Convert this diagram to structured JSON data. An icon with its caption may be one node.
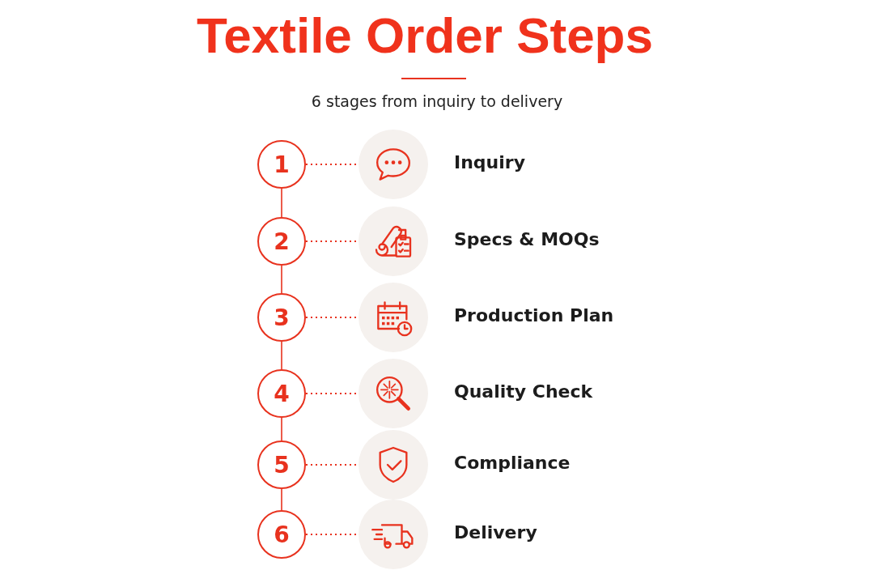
{
  "diagram": {
    "title": "Textile Order Steps",
    "nodes": [
      {
        "text": [
          "1"
        ]
      },
      {
        "text": [],
        "shape": "circle",
        "beside": [
          "Inquiry"
        ]
      },
      {
        "text": [
          "2"
        ]
      },
      {
        "text": [],
        "shape": "circle",
        "beside": [
          "Specs & MOQs"
        ]
      },
      {
        "text": [
          "3"
        ]
      },
      {
        "text": [],
        "shape": "circle",
        "beside": [
          "Production Plan"
        ]
      },
      {
        "text": [
          "4"
        ]
      },
      {
        "text": [],
        "shape": "circle",
        "beside": [
          "Quality Check"
        ]
      },
      {
        "text": [
          "5"
        ]
      },
      {
        "text": [],
        "shape": "circle",
        "beside": [
          "Compliance"
        ]
      },
      {
        "text": [
          "6"
        ]
      },
      {
        "text": [],
        "shape": "circle",
        "beside": [
          "Delivery"
        ]
      }
    ],
    "edges": [
      {
        "from": 0,
        "to": 1,
        "arrow": "none",
        "style": "dashed"
      },
      {
        "from": 0,
        "to": 2,
        "arrow": "none"
      },
      {
        "from": 2,
        "to": 3,
        "arrow": "none",
        "style": "dashed"
      },
      {
        "from": 2,
        "to": 4,
        "arrow": "none"
      },
      {
        "from": 4,
        "to": 5,
        "arrow": "none",
        "style": "dashed"
      },
      {
        "from": 4,
        "to": 6,
        "arrow": "none"
      },
      {
        "from": 6,
        "to": 7,
        "arrow": "none",
        "style": "dashed"
      },
      {
        "from": 6,
        "to": 8,
        "arrow": "none"
      },
      {
        "from": 8,
        "to": 9,
        "arrow": "none",
        "style": "dashed"
      },
      {
        "from": 8,
        "to": 10,
        "arrow": "none"
      },
      {
        "from": 10,
        "to": 11,
        "arrow": "none",
        "style": "dashed"
      }
    ],
    "labels": [
      "6 stages from inquiry to delivery"
    ]
  }
}
